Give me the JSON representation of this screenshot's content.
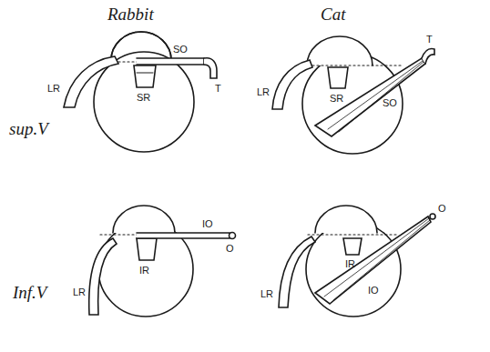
{
  "diagram": {
    "labels": [
      "Rabbit",
      "Cat",
      "sup.V",
      "Inf.V",
      "LR",
      "SR",
      "SO",
      "T",
      "LR",
      "SR",
      "SO",
      "T",
      "LR",
      "IR",
      "IO",
      "O",
      "LR",
      "IR",
      "IO",
      "O"
    ]
  }
}
